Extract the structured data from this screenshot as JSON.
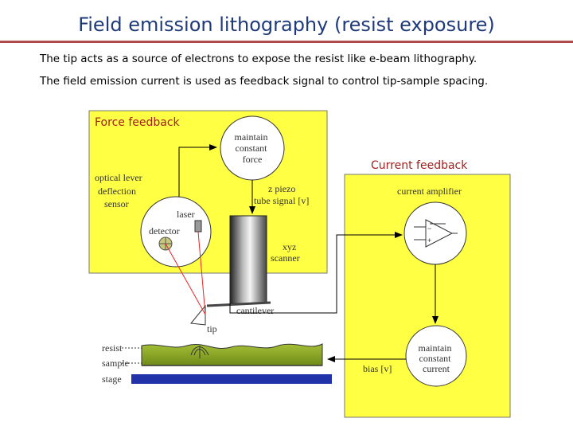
{
  "title": "Field emission lithography (resist exposure)",
  "bullets": [
    "The tip acts as a source of electrons to expose the resist like e-beam lithography.",
    "The field emission current is used as feedback signal to control tip-sample spacing."
  ],
  "diagram": {
    "force_feedback": "Force feedback",
    "current_feedback": "Current feedback",
    "maintain_force": [
      "maintain",
      "constant",
      "force"
    ],
    "z_piezo": [
      "z piezo",
      "tube signal [v]"
    ],
    "optical_lever": [
      "optical lever",
      "deflection",
      "sensor"
    ],
    "laser": "laser",
    "detector": "detector",
    "xyz_scanner": [
      "xyz",
      "scanner"
    ],
    "cantilever": "cantilever",
    "tip": "tip",
    "resist": "resist",
    "sample": "sample",
    "stage": "stage",
    "current_amplifier": "current amplifier",
    "maintain_current": [
      "maintain",
      "constant",
      "current"
    ],
    "bias": "bias [v]",
    "colors": {
      "panel_yellow": "#ffff44",
      "resist_green": "#8aa820",
      "stage_blue": "#2233aa",
      "laser_red": "#ee2222",
      "title_blue": "#1f3a7a",
      "rule_red": "#b34a4a"
    }
  }
}
